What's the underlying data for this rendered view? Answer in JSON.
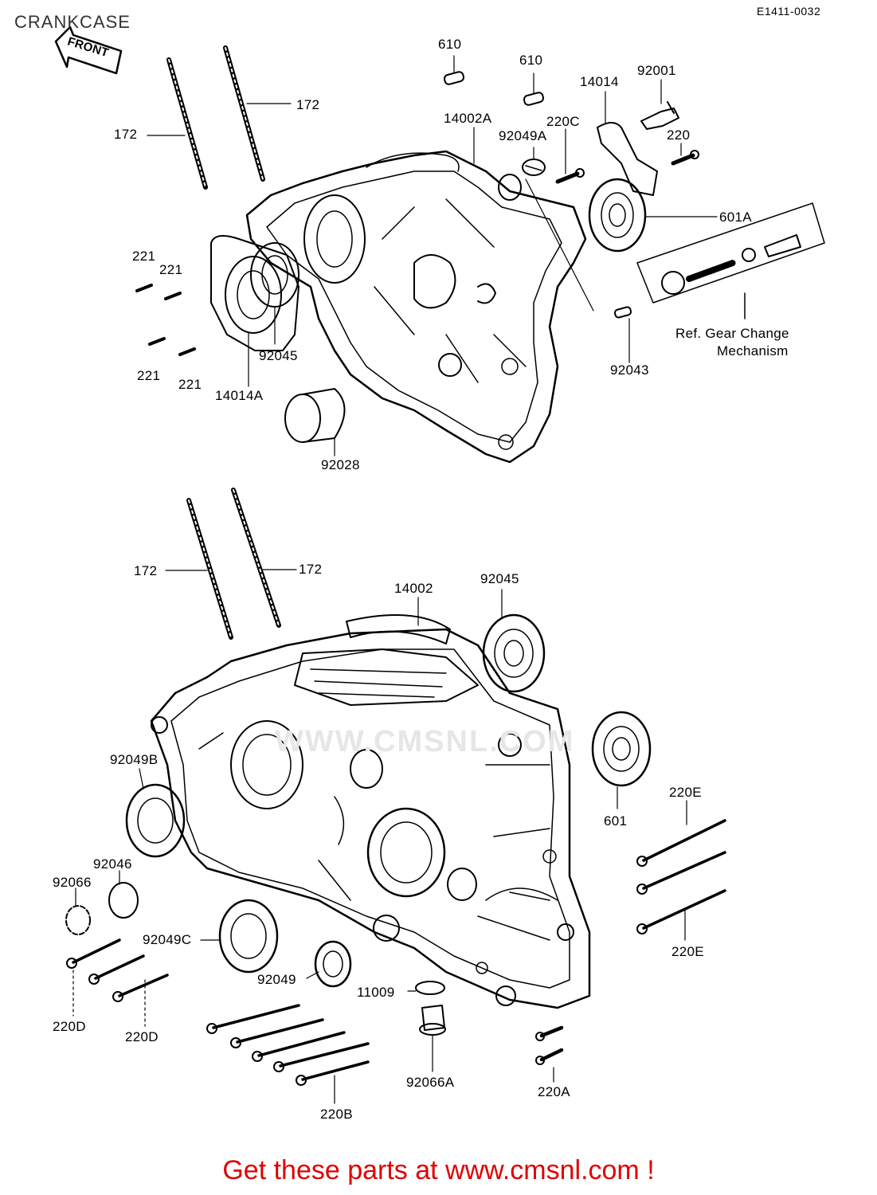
{
  "header": {
    "title": "CRANKCASE",
    "drawing_code": "E1411-0032",
    "front_arrow_label": "FRONT"
  },
  "callouts": {
    "c610_a": "610",
    "c610_b": "610",
    "c14014": "14014",
    "c92001": "92001",
    "c14002A": "14002A",
    "c220C": "220C",
    "c92049A": "92049A",
    "c220": "220",
    "c172_ul": "172",
    "c172_ur": "172",
    "c601A": "601A",
    "c221_a": "221",
    "c221_b": "221",
    "c221_c": "221",
    "c221_d": "221",
    "c92045_upper": "92045",
    "c14014A": "14014A",
    "c92043": "92043",
    "c92028": "92028",
    "c172_ll": "172",
    "c172_lr": "172",
    "c14002": "14002",
    "c92045_lower": "92045",
    "c92049B": "92049B",
    "c601": "601",
    "c220E_top": "220E",
    "c92046": "92046",
    "c92066": "92066",
    "c92049C": "92049C",
    "c220E_bottom": "220E",
    "c92049": "92049",
    "c11009": "11009",
    "c220D_a": "220D",
    "c220D_b": "220D",
    "c92066A": "92066A",
    "c220A": "220A",
    "c220B": "220B"
  },
  "reference_note": {
    "line1": "Ref.  Gear Change",
    "line2": "Mechanism"
  },
  "watermark": "WWW.CMSNL.COM",
  "footer": {
    "cta": "Get these parts at www.cmsnl.com !"
  },
  "colors": {
    "line": "#000000",
    "footer_text": "#e00000",
    "watermark": "#e6e6e6"
  }
}
